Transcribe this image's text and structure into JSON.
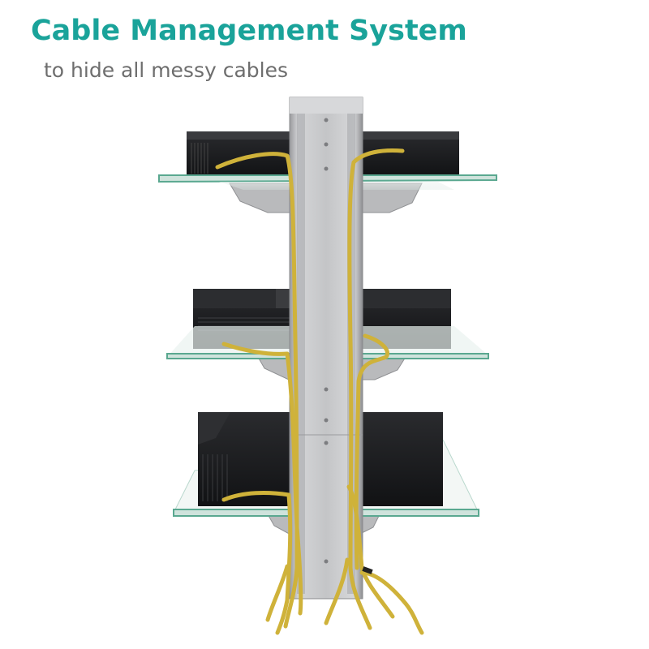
{
  "header": {
    "title": "Cable Management System",
    "subtitle": "to hide all messy cables"
  },
  "colors": {
    "title": "#1aa39a",
    "subtitle": "#6e6e6e",
    "glass_edge": "#5aa890",
    "pillar": "#bfc0c2",
    "device": "#1b1c1e",
    "cable": "#cfb23a"
  },
  "scene": {
    "subject": "wall-mounted three-tier glass shelf unit with central cable-management pillar",
    "shelves": 3,
    "devices_per_shelf": 1
  }
}
